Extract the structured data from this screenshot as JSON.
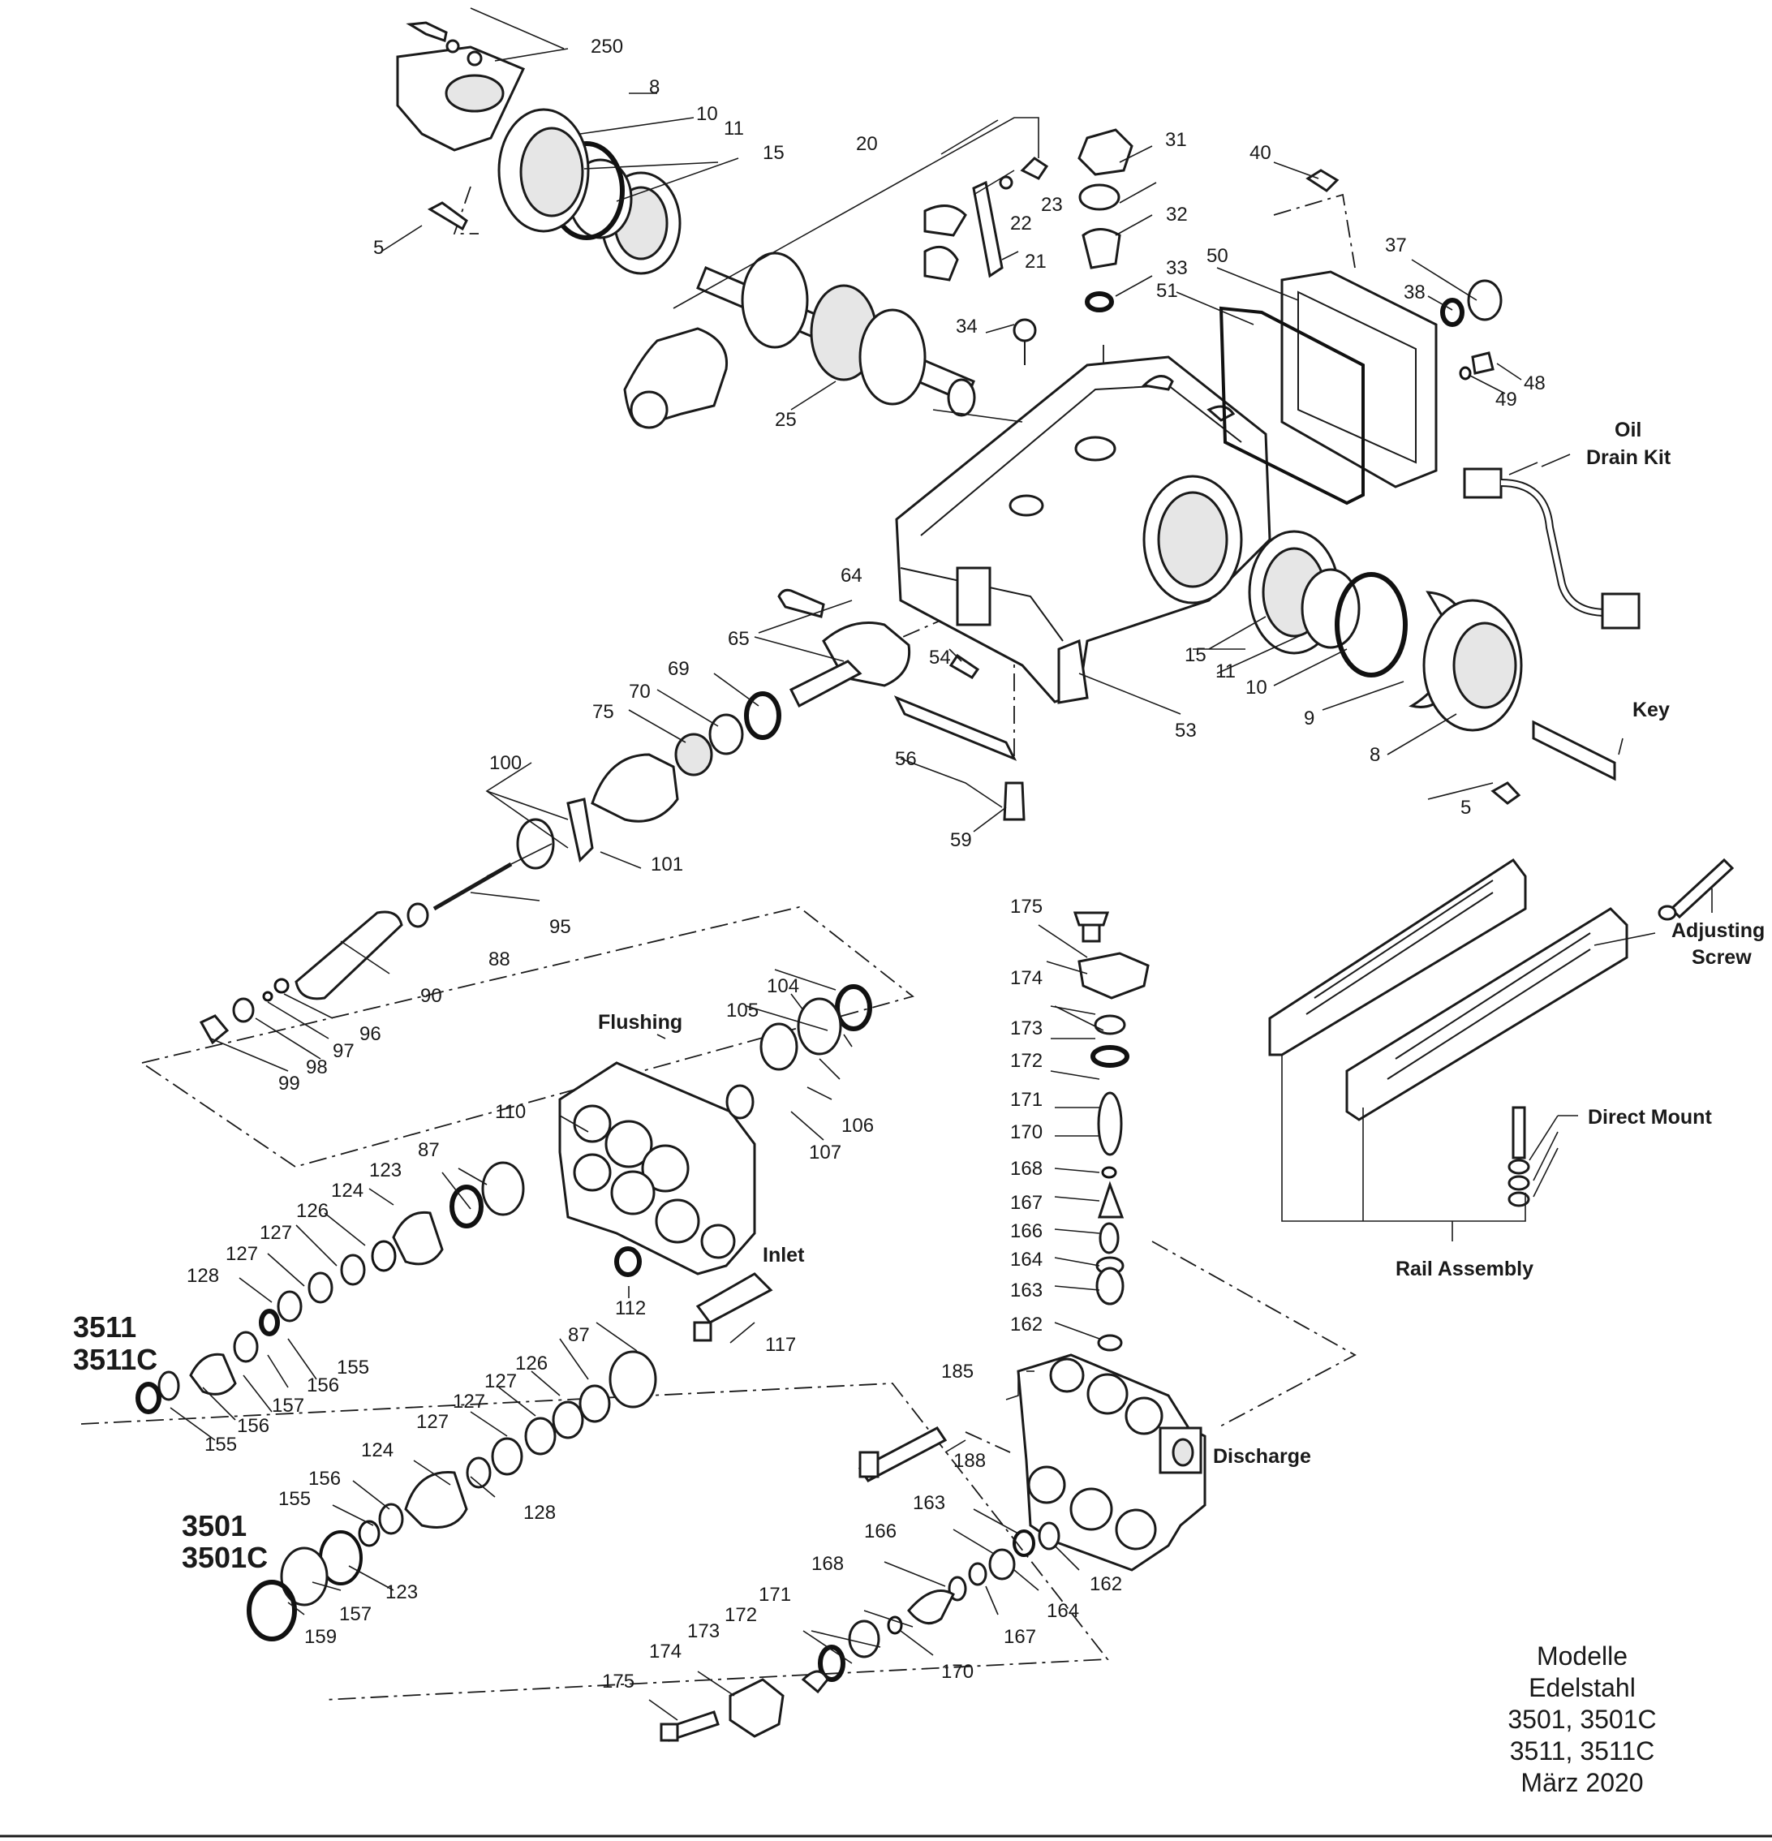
{
  "callouts": {
    "c250": "250",
    "c8a": "8",
    "c10a": "10",
    "c11a": "11",
    "c15a": "15",
    "c20": "20",
    "c31": "31",
    "c40": "40",
    "c5a": "5",
    "c22": "22",
    "c23": "23",
    "c21": "21",
    "c32": "32",
    "c33": "33",
    "c37": "37",
    "c50": "50",
    "c51": "51",
    "c38": "38",
    "c34": "34",
    "c48": "48",
    "c49": "49",
    "c25": "25",
    "c64": "64",
    "c65": "65",
    "c54": "54",
    "c15b": "15",
    "c11b": "11",
    "c10b": "10",
    "c69": "69",
    "c70": "70",
    "c75": "75",
    "c9": "9",
    "c53": "53",
    "c8b": "8",
    "c56": "56",
    "c5b": "5",
    "c100": "100",
    "c59": "59",
    "c101": "101",
    "c95": "95",
    "c88": "88",
    "c90": "90",
    "c175a": "175",
    "c174a": "174",
    "c104": "104",
    "c105": "105",
    "c96": "96",
    "c97": "97",
    "c98": "98",
    "c99": "99",
    "c173a": "173",
    "c172a": "172",
    "c171a": "171",
    "c170a": "170",
    "c168a": "168",
    "c167a": "167",
    "c166a": "166",
    "c164a": "164",
    "c163a": "163",
    "c162a": "162",
    "c110": "110",
    "c106": "106",
    "c107": "107",
    "c87a": "87",
    "c123a": "123",
    "c124a": "124",
    "c126a": "126",
    "c127a": "127",
    "c127b": "127",
    "c128a": "128",
    "c112": "112",
    "c117": "117",
    "c155a": "155",
    "c156a": "156",
    "c157a": "157",
    "c156b": "156",
    "c155b": "155",
    "c87b": "87",
    "c126b": "126",
    "c127c": "127",
    "c127d": "127",
    "c127e": "127",
    "c185": "185",
    "c188": "188",
    "c124b": "124",
    "c156c": "156",
    "c155c": "155",
    "c128b": "128",
    "c123b": "123",
    "c157b": "157",
    "c159": "159",
    "c163b": "163",
    "c166b": "166",
    "c162b": "162",
    "c164b": "164",
    "c168b": "168",
    "c167b": "167",
    "c171b": "171",
    "c173b": "173",
    "c172b": "172",
    "c170b": "170",
    "c174b": "174",
    "c175b": "175"
  },
  "labels": {
    "oil_line1": "Oil",
    "oil_line2": "Drain Kit",
    "key": "Key",
    "adjusting_line1": "Adjusting",
    "adjusting_line2": "Screw",
    "direct_mount": "Direct Mount",
    "rail_assembly": "Rail Assembly",
    "flushing": "Flushing",
    "inlet": "Inlet",
    "discharge": "Discharge"
  },
  "models": {
    "m3511": "3511",
    "m3511c": "3511C",
    "m3501": "3501",
    "m3501c": "3501C"
  },
  "footnote": {
    "line1": "Modelle",
    "line2": "Edelstahl",
    "line3": "3501, 3501C",
    "line4": "3511, 3511C",
    "line5": "März 2020"
  }
}
